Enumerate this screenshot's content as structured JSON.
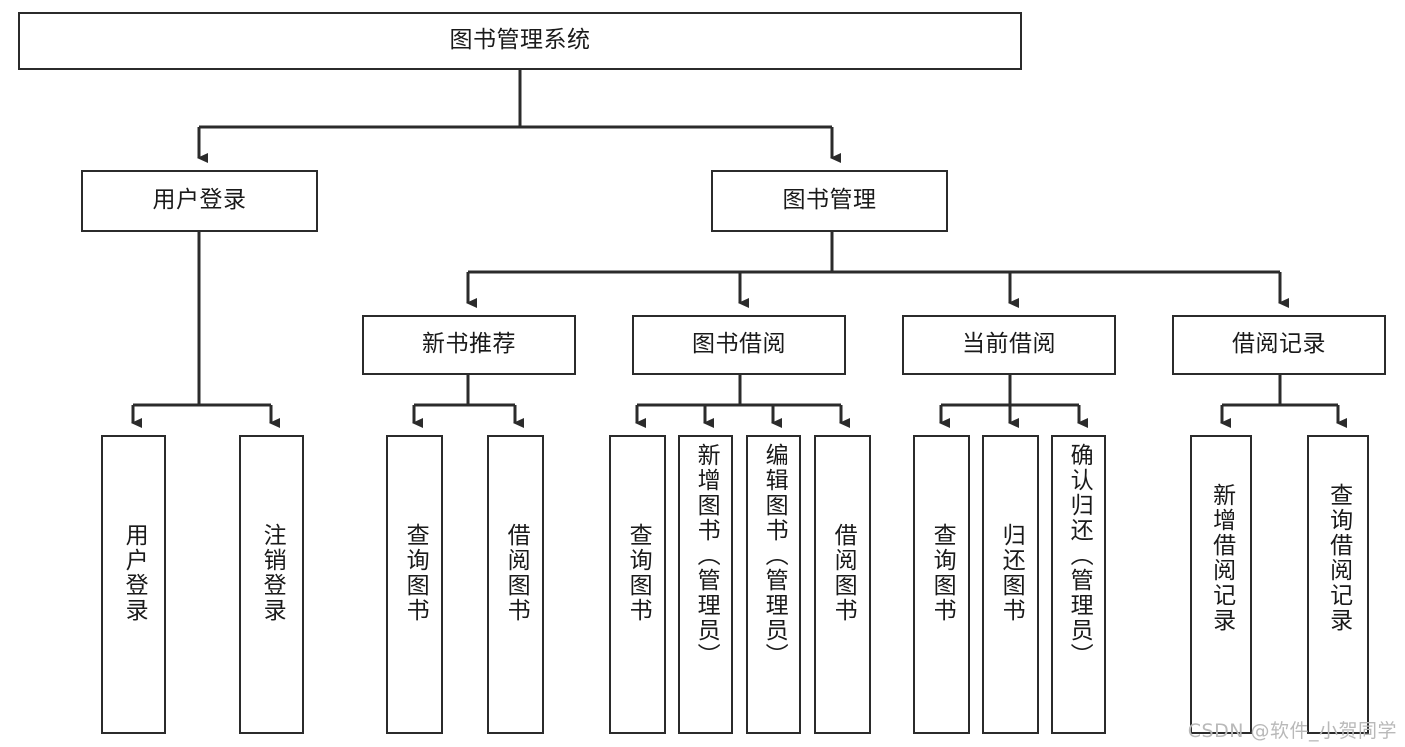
{
  "diagram": {
    "title": "图书管理系统",
    "type": "tree-hierarchy-diagram",
    "watermark": "CSDN @软件_小贺同学",
    "colors": {
      "background": "#ffffff",
      "box_border": "#2b2b2b",
      "box_fill": "#ffffff",
      "connector": "#2b2b2b",
      "text": "#1a1a1a",
      "watermark": "#b9b9b9"
    },
    "levels": {
      "root": {
        "label": "图书管理系统"
      },
      "level2": [
        {
          "label": "用户登录"
        },
        {
          "label": "图书管理"
        }
      ],
      "level3": [
        {
          "label": "新书推荐"
        },
        {
          "label": "图书借阅"
        },
        {
          "label": "当前借阅"
        },
        {
          "label": "借阅记录"
        }
      ],
      "leaves": {
        "用户登录": [
          {
            "label": "用户登录"
          },
          {
            "label": "注销登录"
          }
        ],
        "新书推荐": [
          {
            "label": "查询图书"
          },
          {
            "label": "借阅图书"
          }
        ],
        "图书借阅": [
          {
            "label": "查询图书"
          },
          {
            "label": "新增图书（管理员）"
          },
          {
            "label": "编辑图书（管理员）"
          },
          {
            "label": "借阅图书"
          }
        ],
        "当前借阅": [
          {
            "label": "查询图书"
          },
          {
            "label": "归还图书"
          },
          {
            "label": "确认归还（管理员）"
          }
        ],
        "借阅记录": [
          {
            "label": "新增借阅记录"
          },
          {
            "label": "查询借阅记录"
          }
        ]
      }
    }
  }
}
